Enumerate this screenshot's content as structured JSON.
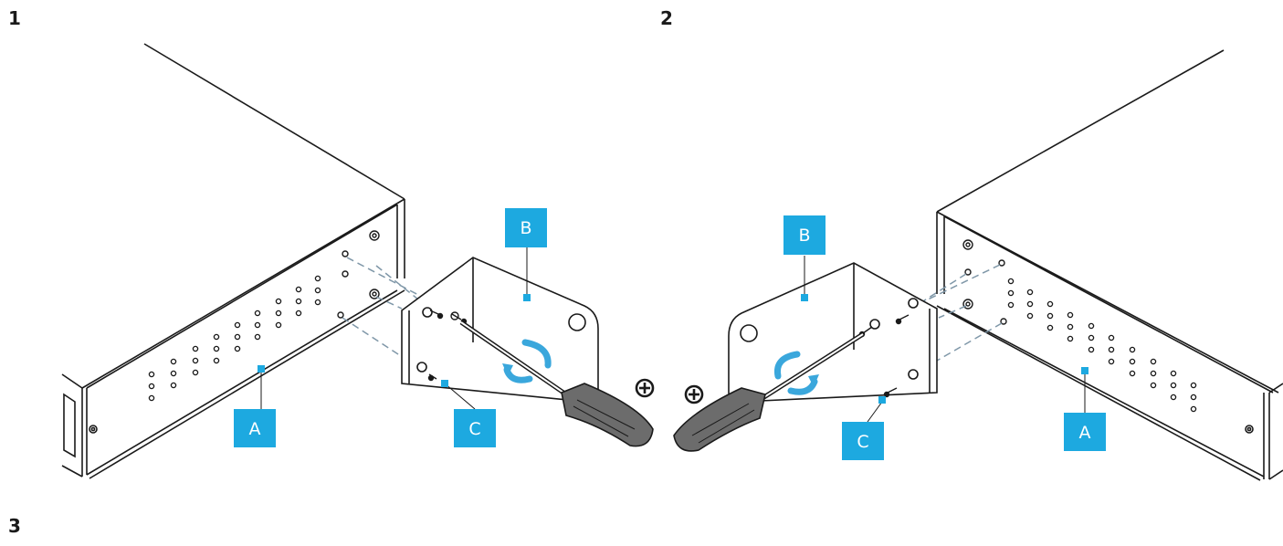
{
  "steps": {
    "first": "1",
    "second": "2",
    "third": "3"
  },
  "callouts": {
    "left": {
      "a": "A",
      "b": "B",
      "c": "C"
    },
    "right": {
      "a": "A",
      "b": "B",
      "c": "C"
    }
  },
  "colors": {
    "callout": "#1da9e0",
    "line": "#1a1a1a",
    "screw_arrow": "#3aa7dc",
    "handle": "#6c6c6c",
    "dashed": "#7f97a8"
  },
  "icons": [
    "phillips-screwdriver-icon",
    "rotation-arrow-icon"
  ]
}
